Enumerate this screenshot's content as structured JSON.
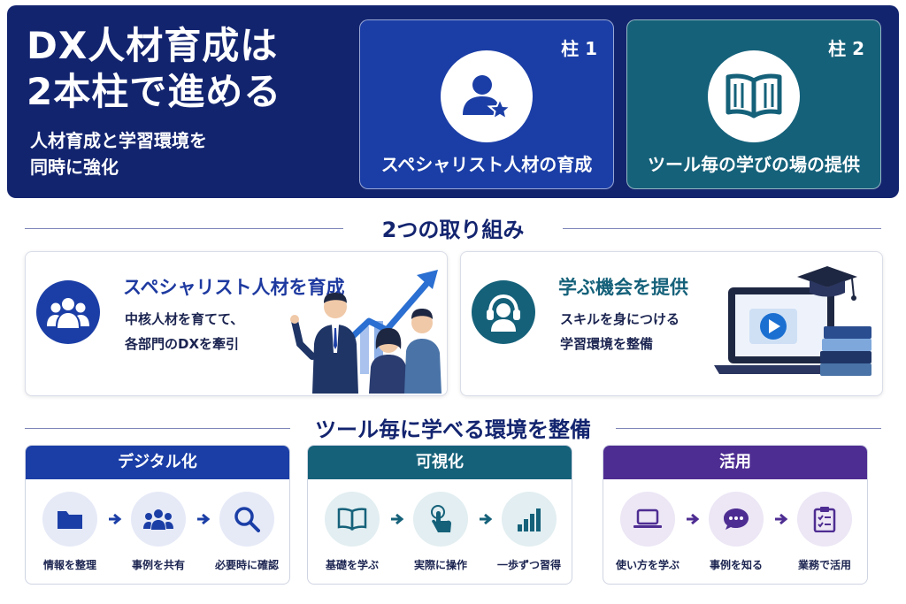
{
  "hero": {
    "title_line1": "DX人材育成は",
    "title_line2": "2本柱で進める",
    "sub_line1": "人材育成と学習環境を",
    "sub_line2": "同時に強化"
  },
  "pillars": [
    {
      "num": "柱 1",
      "label": "スペシャリスト人材の育成",
      "icon": "user-star-icon"
    },
    {
      "num": "柱 2",
      "label": "ツール毎の学びの場の提供",
      "icon": "open-book-icon"
    }
  ],
  "section1": {
    "title": "2つの取り組み"
  },
  "cards": [
    {
      "title": "スペシャリスト人材を育成",
      "desc_line1": "中核人材を育てて、",
      "desc_line2": "各部門のDXを牽引",
      "icon": "team-icon"
    },
    {
      "title": "学ぶ機会を提供",
      "desc_line1": "スキルを身につける",
      "desc_line2": "学習環境を整備",
      "icon": "headset-user-icon"
    }
  ],
  "section2": {
    "title": "ツール毎に学べる環境を整備"
  },
  "tools": [
    {
      "head": "デジタル化",
      "steps": [
        "情報を整理",
        "事例を共有",
        "必要時に確認"
      ]
    },
    {
      "head": "可視化",
      "steps": [
        "基礎を学ぶ",
        "実際に操作",
        "一歩ずつ習得"
      ]
    },
    {
      "head": "活用",
      "steps": [
        "使い方を学ぶ",
        "事例を知る",
        "業務で活用"
      ]
    }
  ],
  "colors": {
    "navy": "#13246f",
    "blue": "#1b3ea6",
    "teal": "#15617a",
    "purple": "#4e2d92"
  }
}
